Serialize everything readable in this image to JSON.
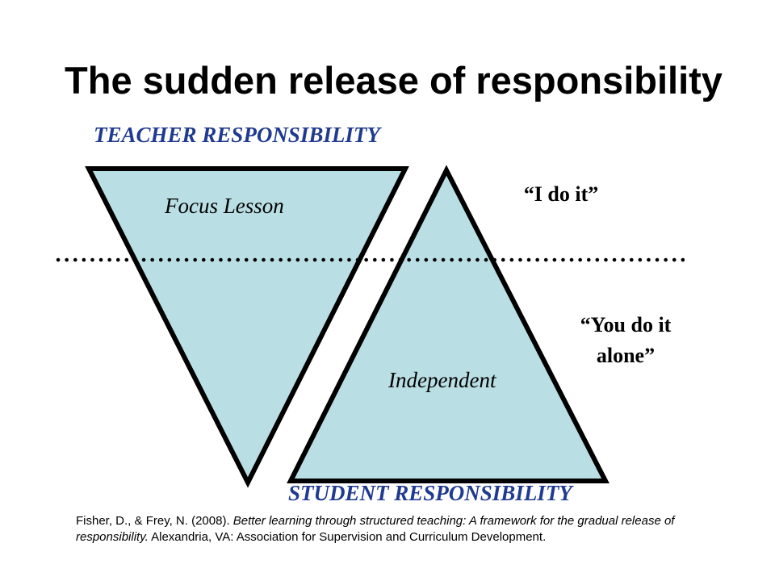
{
  "slide": {
    "title": "The sudden release of responsibility",
    "teacher_label": "TEACHER RESPONSIBILITY",
    "student_label": "STUDENT RESPONSIBILITY",
    "focus_lesson": "Focus Lesson",
    "independent": "Independent",
    "quote_1": "“I do it”",
    "quote_2_line1": "“You do it",
    "quote_2_line2": "alone”",
    "citation": {
      "authors": "Fisher, D., & Frey, N. (2008). ",
      "book_title": "Better learning through structured teaching: A framework for the gradual release of responsibility.",
      "publisher": " Alexandria, VA: Association for Supervision and Curriculum Development."
    }
  },
  "colors": {
    "triangle_fill": "#b9dee4",
    "triangle_stroke": "#000000",
    "label_blue": "#1f3a8f",
    "text": "#000000"
  }
}
